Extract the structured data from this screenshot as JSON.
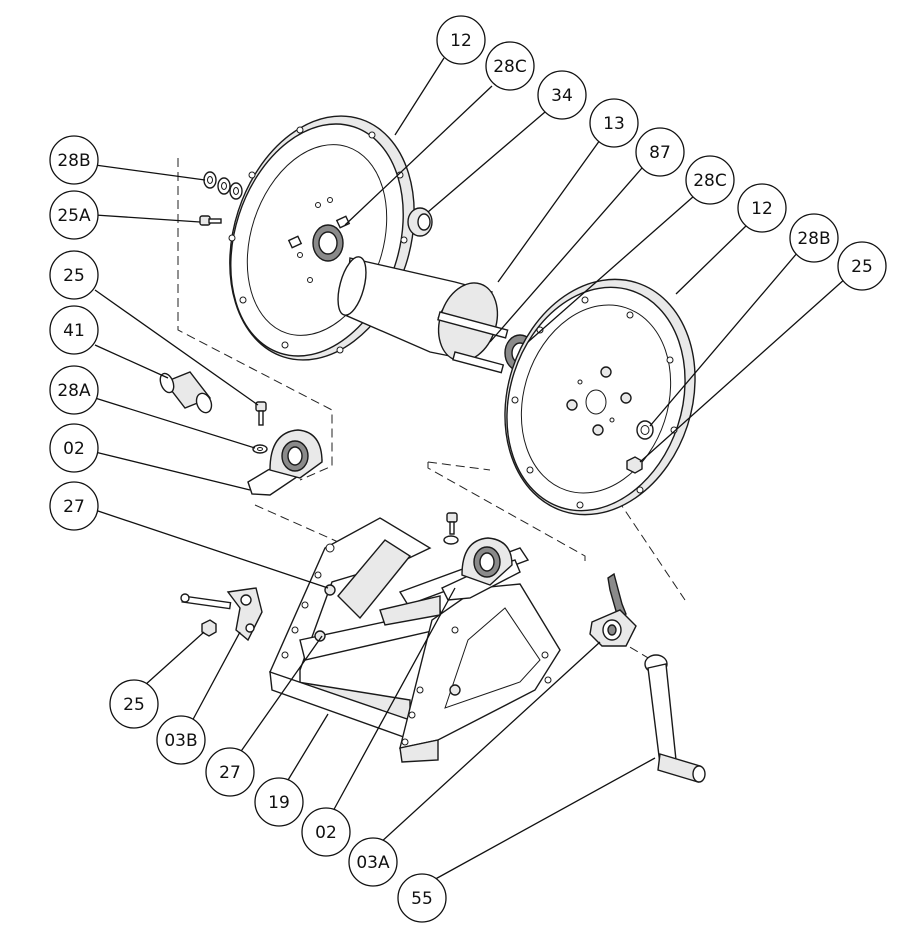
{
  "callouts": [
    {
      "id": "c-12-top",
      "label": "12"
    },
    {
      "id": "c-28c-top",
      "label": "28C"
    },
    {
      "id": "c-34",
      "label": "34"
    },
    {
      "id": "c-13",
      "label": "13"
    },
    {
      "id": "c-87",
      "label": "87"
    },
    {
      "id": "c-28c-right",
      "label": "28C"
    },
    {
      "id": "c-12-right",
      "label": "12"
    },
    {
      "id": "c-28b-right",
      "label": "28B"
    },
    {
      "id": "c-25-right",
      "label": "25"
    },
    {
      "id": "c-28b-left",
      "label": "28B"
    },
    {
      "id": "c-25a",
      "label": "25A"
    },
    {
      "id": "c-25-left",
      "label": "25"
    },
    {
      "id": "c-41",
      "label": "41"
    },
    {
      "id": "c-28a",
      "label": "28A"
    },
    {
      "id": "c-02-left",
      "label": "02"
    },
    {
      "id": "c-27-left",
      "label": "27"
    },
    {
      "id": "c-25-bottom",
      "label": "25"
    },
    {
      "id": "c-03b",
      "label": "03B"
    },
    {
      "id": "c-27-bottom",
      "label": "27"
    },
    {
      "id": "c-19",
      "label": "19"
    },
    {
      "id": "c-02-bottom",
      "label": "02"
    },
    {
      "id": "c-03a",
      "label": "03A"
    },
    {
      "id": "c-55",
      "label": "55"
    }
  ]
}
